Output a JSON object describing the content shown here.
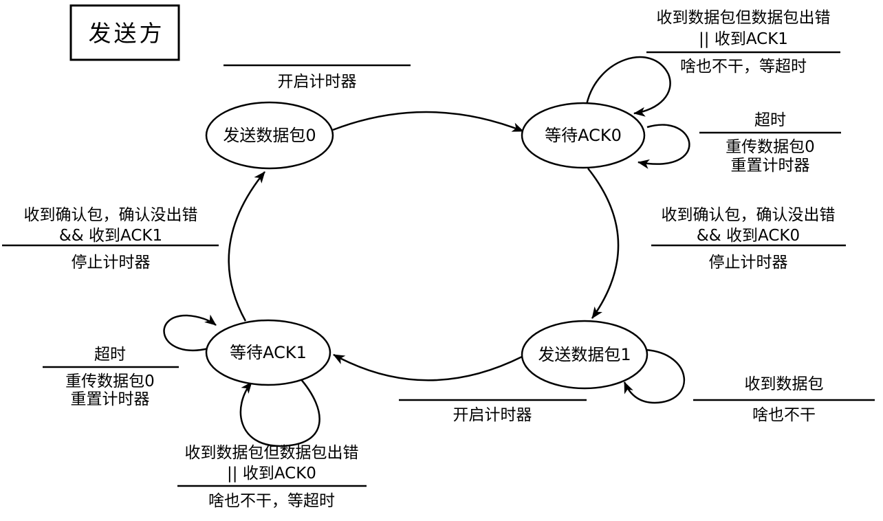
{
  "diagram_title": "发送方",
  "colors": {
    "stroke": "#000000",
    "background": "#ffffff"
  },
  "states": {
    "send_packet_0": "发送数据包0",
    "wait_ack_0": "等待ACK0",
    "send_packet_1": "发送数据包1",
    "wait_ack_1": "等待ACK1"
  },
  "transitions": {
    "s0_to_w0": {
      "action": "开启计时器"
    },
    "w0_self_top": {
      "condition_line1": "收到数据包但数据包出错",
      "condition_line2": "|| 收到ACK1",
      "action": "啥也不干，等超时"
    },
    "w0_self_right": {
      "condition": "超时",
      "action_line1": "重传数据包0",
      "action_line2": "重置计时器"
    },
    "w0_to_s1": {
      "condition_line1": "收到确认包，确认没出错",
      "condition_line2": "&& 收到ACK0",
      "action": "停止计时器"
    },
    "s1_self_right": {
      "condition": "收到数据包",
      "action": "啥也不干"
    },
    "s1_to_w1": {
      "action": "开启计时器"
    },
    "w1_self_left": {
      "condition": "超时",
      "action_line1": "重传数据包0",
      "action_line2": "重置计时器"
    },
    "w1_self_bottom": {
      "condition_line1": "收到数据包但数据包出错",
      "condition_line2": "|| 收到ACK0",
      "action": "啥也不干，等超时"
    },
    "w1_to_s0": {
      "condition_line1": "收到确认包，确认没出错",
      "condition_line2": "&& 收到ACK1",
      "action": "停止计时器"
    }
  }
}
